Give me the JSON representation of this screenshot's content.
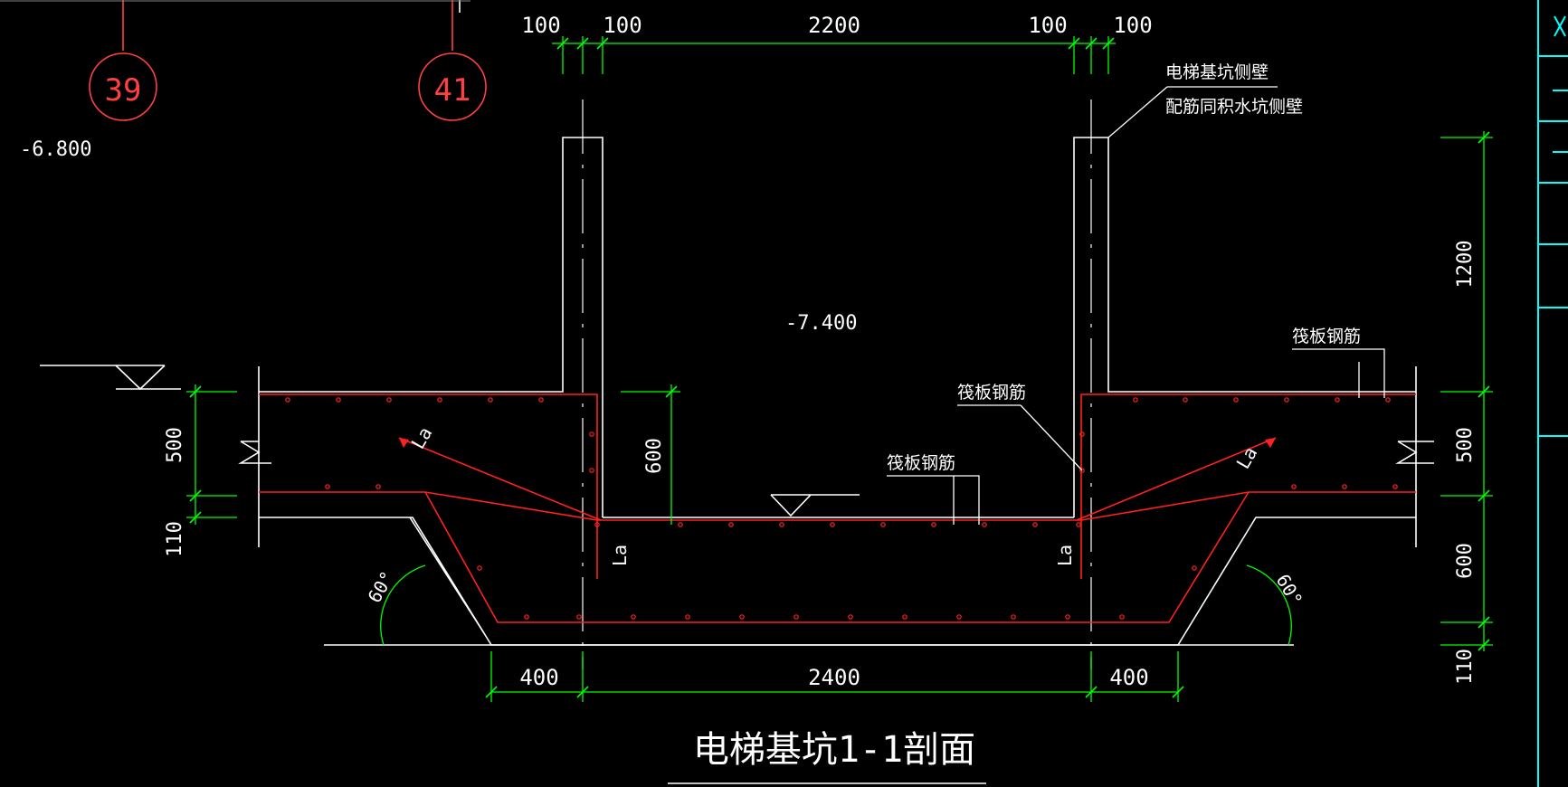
{
  "drawing": {
    "title": "电梯基坑1-1剖面",
    "axis_bubbles": [
      "39",
      "41"
    ],
    "elevations": {
      "top_left": "-6.800",
      "pit_interior": "-7.400"
    },
    "dims_top": [
      "100",
      "100",
      "2200",
      "100",
      "100"
    ],
    "dims_bottom": [
      "400",
      "2400",
      "400"
    ],
    "dims_left": [
      "500",
      "110"
    ],
    "dims_inner": "600",
    "dims_right": [
      "1200",
      "500",
      "600",
      "110"
    ],
    "callouts": {
      "wall_line1": "电梯基坑侧壁",
      "wall_line2": "配筋同积水坑侧壁",
      "raft_rebar": "筏板钢筋"
    },
    "anchorage_label": "La",
    "angle_label": "60°"
  },
  "colors": {
    "background": "#000000",
    "outline": "#ffffff",
    "rebar": "#ff2020",
    "dimension": "#00ff00",
    "axis": "#ff4040",
    "frame": "#00ffff"
  }
}
